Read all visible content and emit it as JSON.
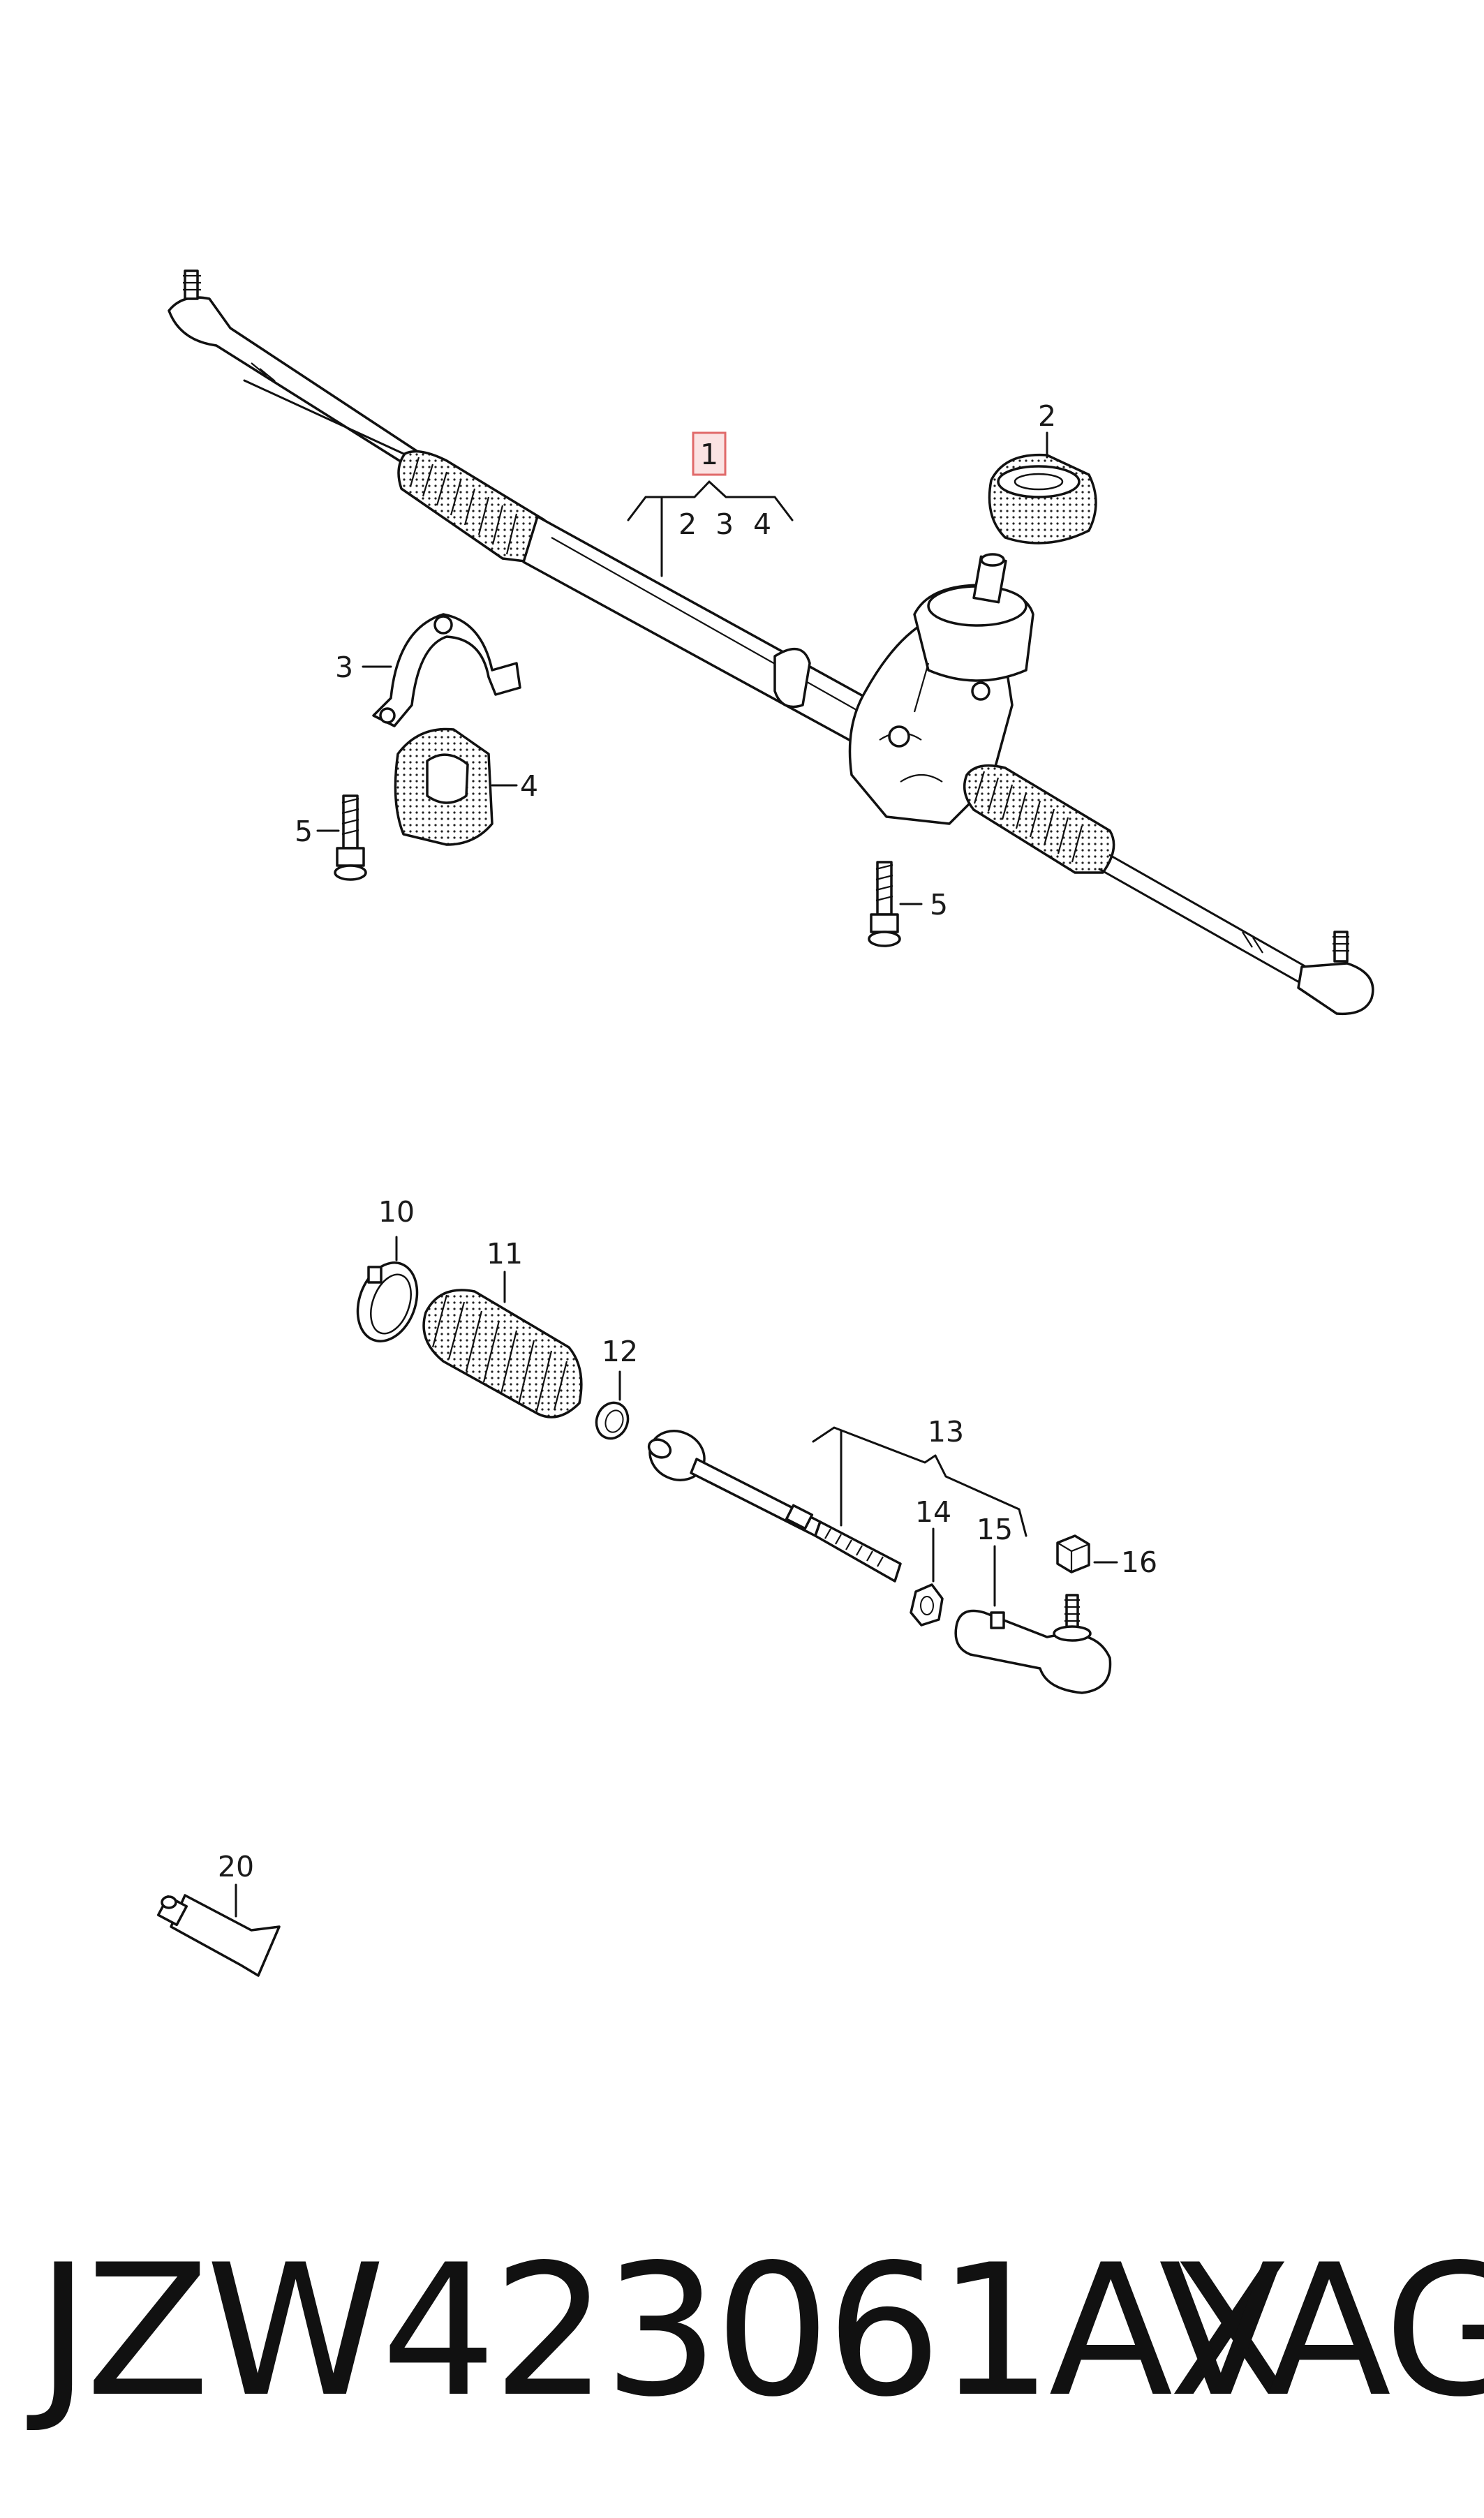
{
  "callouts": {
    "rack_assembly": "1",
    "rack_sub_2": "2",
    "rack_sub_3": "3",
    "rack_sub_4": "4",
    "bush": "2",
    "clamp": "3",
    "mount_rubber": "4",
    "bolt_left": "5",
    "bolt_right": "5",
    "clip": "10",
    "boot": "11",
    "small_clip": "12",
    "tie_rod_group": "13",
    "lock_nut": "14",
    "tie_rod_end": "15",
    "nut": "16",
    "grease_tube": "20"
  },
  "footer": {
    "part_number": "JZW423061AX",
    "brand": "VAG"
  },
  "colors": {
    "highlight_border": "#e06a6a",
    "highlight_fill": "#fbe3e3"
  }
}
